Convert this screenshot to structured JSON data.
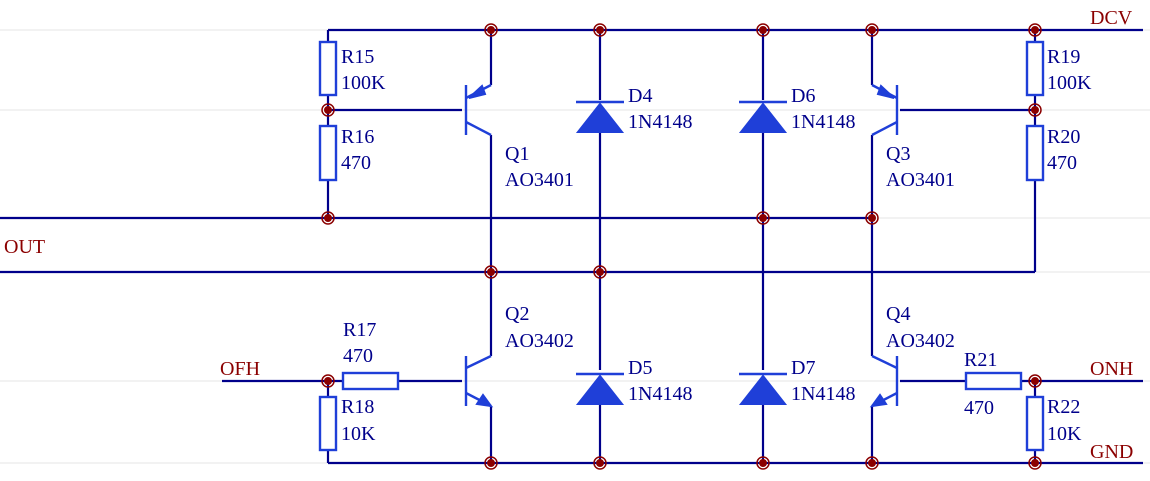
{
  "colors": {
    "wire": "#00008b",
    "component": "#1f3fd8",
    "junction": "#8b0000",
    "net_label": "#8b0000",
    "grid": "#e6e6e6"
  },
  "nets": {
    "dcv": "DCV",
    "out": "OUT",
    "ofh": "OFH",
    "onh": "ONH",
    "gnd": "GND"
  },
  "components": {
    "r15": {
      "ref": "R15",
      "value": "100K"
    },
    "r16": {
      "ref": "R16",
      "value": "470"
    },
    "r17": {
      "ref": "R17",
      "value": "470"
    },
    "r18": {
      "ref": "R18",
      "value": "10K"
    },
    "r19": {
      "ref": "R19",
      "value": "100K"
    },
    "r20": {
      "ref": "R20",
      "value": "470"
    },
    "r21": {
      "ref": "R21",
      "value": "470"
    },
    "r22": {
      "ref": "R22",
      "value": "10K"
    },
    "q1": {
      "ref": "Q1",
      "value": "AO3401"
    },
    "q2": {
      "ref": "Q2",
      "value": "AO3402"
    },
    "q3": {
      "ref": "Q3",
      "value": "AO3401"
    },
    "q4": {
      "ref": "Q4",
      "value": "AO3402"
    },
    "d4": {
      "ref": "D4",
      "value": "1N4148"
    },
    "d5": {
      "ref": "D5",
      "value": "1N4148"
    },
    "d6": {
      "ref": "D6",
      "value": "1N4148"
    },
    "d7": {
      "ref": "D7",
      "value": "1N4148"
    }
  }
}
